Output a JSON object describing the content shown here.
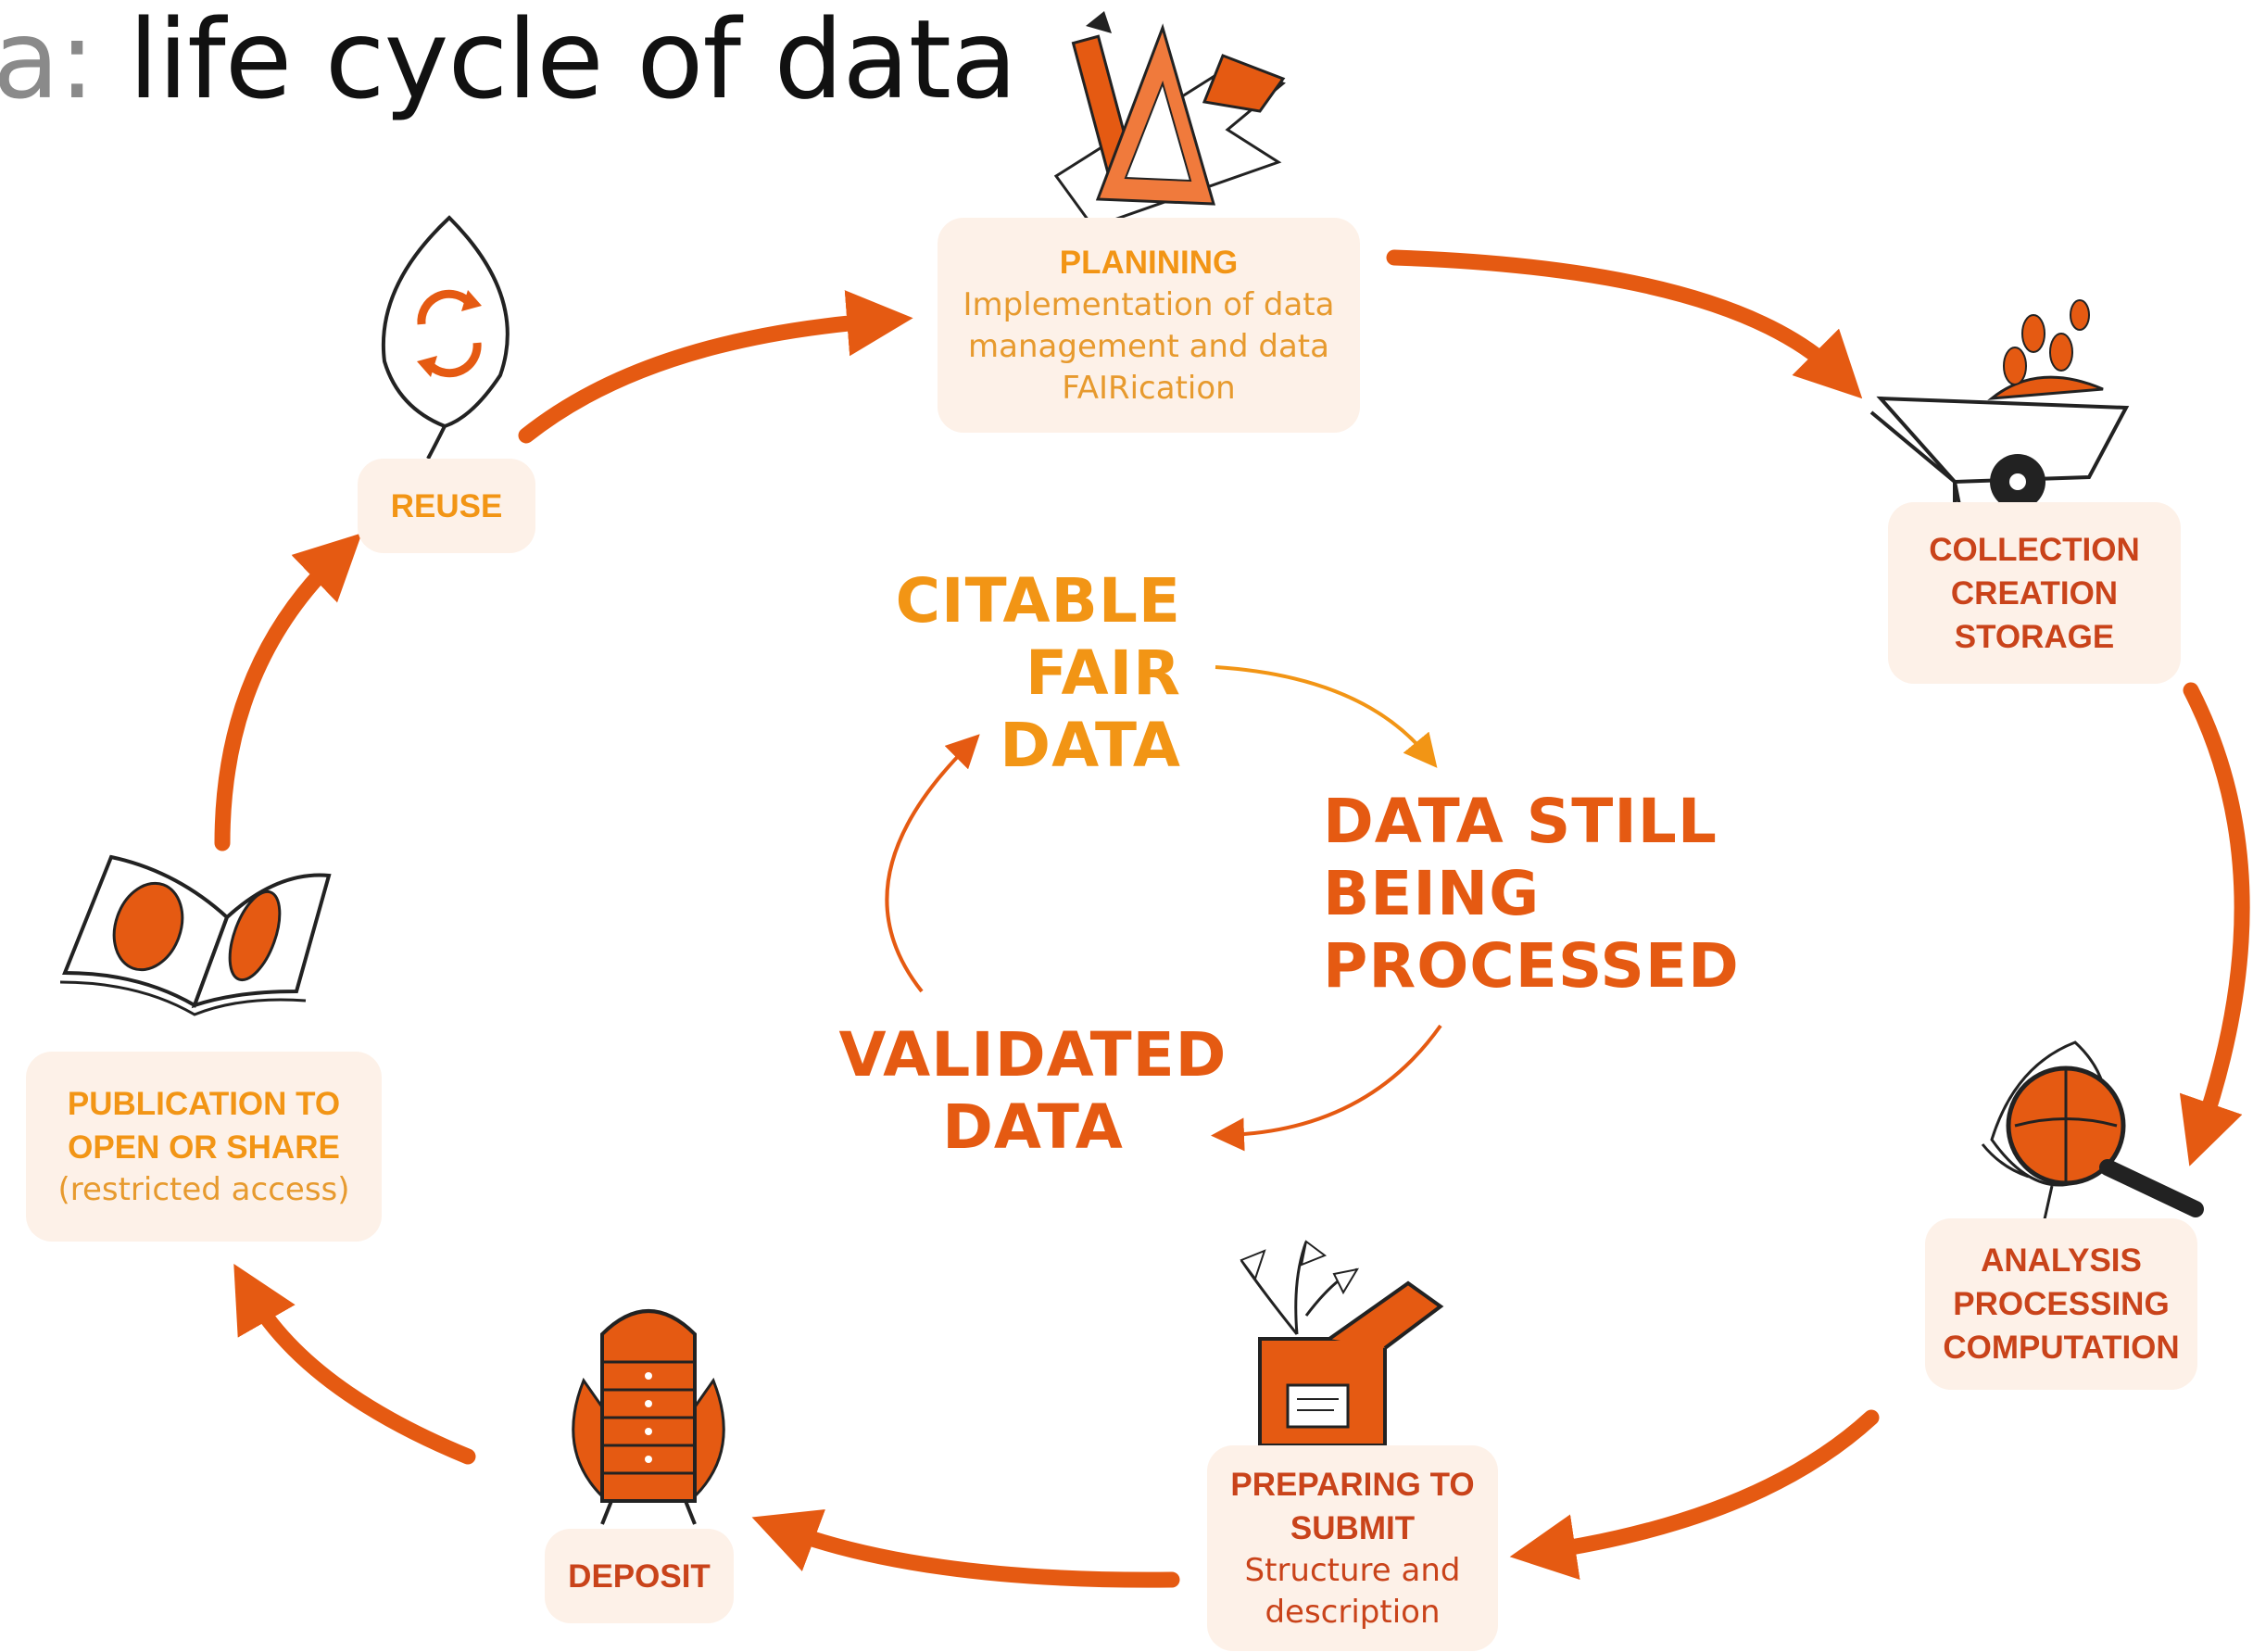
{
  "title": {
    "prefix": "a:",
    "main": " life cycle of data"
  },
  "stages": {
    "planning": {
      "heading": "PLANINING",
      "line1": "Implementation of data",
      "line2": "management and data",
      "line3": "FAIRication"
    },
    "collection": {
      "line1": "COLLECTION",
      "line2": "CREATION",
      "line3": "STORAGE"
    },
    "analysis": {
      "line1": "ANALYSIS",
      "line2": "PROCESSING",
      "line3": "COMPUTATION"
    },
    "preparing": {
      "line1": "PREPARING TO",
      "line2": "SUBMIT",
      "line3": "Structure and",
      "line4": "description"
    },
    "deposit": {
      "label": "DEPOSIT"
    },
    "publication": {
      "line1": "PUBLICATION TO",
      "line2": "OPEN OR SHARE",
      "line3": "(restricted access)"
    },
    "reuse": {
      "label": "REUSE"
    }
  },
  "inner_cycle": {
    "citable": {
      "line1": "CITABLE",
      "line2": "FAIR DATA"
    },
    "processing": {
      "line1": "DATA STILL",
      "line2": "BEING",
      "line3": "PROCESSED"
    },
    "validated": {
      "line1": "VALIDATED",
      "line2": "DATA"
    }
  },
  "colors": {
    "outer_arrow": "#e55a12",
    "inner_arrow": "#f29515",
    "box_bg": "#fdf1e8",
    "heading_orange": "#f29515",
    "heading_red": "#c9431a"
  }
}
